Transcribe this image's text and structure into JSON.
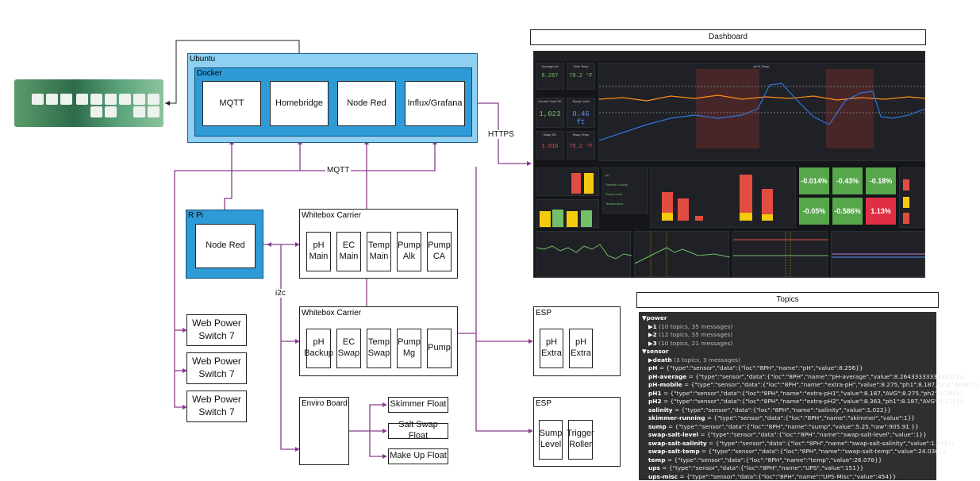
{
  "dashboard": {
    "header": "Dashboard"
  },
  "topics": {
    "header": "Topics",
    "groups": [
      {
        "name": "▼power",
        "children": [
          {
            "name": "▶1",
            "info": " (10 topics, 35 messages)"
          },
          {
            "name": "▶2",
            "info": " (12 topics, 55 messages)"
          },
          {
            "name": "▶3",
            "info": " (10 topics, 21 messages)"
          }
        ]
      },
      {
        "name": "▼sensor",
        "children": [
          {
            "name": "▶death",
            "info": " (3 topics, 3 messages)"
          }
        ]
      }
    ],
    "lines": [
      {
        "key": "pH",
        "val": " = {\"type\":\"sensor\",\"data\":{\"loc\":\"8PH\",\"name\":\"pH\",\"value\":8.256}}"
      },
      {
        "key": "pH-average",
        "val": " = {\"type\":\"sensor\",\"data\":{\"loc\":\"8PH\",\"name\":\"pH-average\",\"value\":8.264333333333333}}"
      },
      {
        "key": "pH-mobile",
        "val": " = {\"type\":\"sensor\",\"data\":{\"loc\":\"8PH\",\"name\":\"extra-pH\",\"value\":8.275,\"ph1\":8.187,\"ph2\":8.363}}"
      },
      {
        "key": "pH1",
        "val": " = {\"type\":\"sensor\",\"data\":{\"loc\":\"8PH\",\"name\":\"extra-pH1\",\"value\":8.187,\"AVG\":8.275,\"ph2\":8.363}}"
      },
      {
        "key": "pH2",
        "val": " = {\"type\":\"sensor\",\"data\":{\"loc\":\"8PH\",\"name\":\"extra-pH2\",\"value\":8.363,\"ph1\":8.187,\"AVG\":8.275}}"
      },
      {
        "key": "salinity",
        "val": " = {\"type\":\"sensor\",\"data\":{\"loc\":\"8PH\",\"name\":\"salinity\",\"value\":1.022}}"
      },
      {
        "key": "skimmer-running",
        "val": " = {\"type\":\"sensor\",\"data\":{\"loc\":\"8PH\",\"name\":\"skimmer\",\"value\":1}}"
      },
      {
        "key": "sump",
        "val": " = {\"type\":\"sensor\",\"data\":{\"loc\":\"8PH\",\"name\":\"sump\",\"value\":5.25,\"raw\":905.91 }}"
      },
      {
        "key": "swap-salt-level",
        "val": " = {\"type\":\"sensor\",\"data\":{\"loc\":\"8PH\",\"name\":\"swap-salt-level\",\"value\":1}}"
      },
      {
        "key": "swap-salt-salinity",
        "val": " = {\"type\":\"sensor\",\"data\":{\"loc\":\"8PH\",\"name\":\"swap-salt-salinity\",\"value\":1.016}}"
      },
      {
        "key": "swap-salt-temp",
        "val": " = {\"type\":\"sensor\",\"data\":{\"loc\":\"8PH\",\"name\":\"swap-salt-temp\",\"value\":24.036}}"
      },
      {
        "key": "temp",
        "val": " = {\"type\":\"sensor\",\"data\":{\"loc\":\"8PH\",\"name\":\"temp\",\"value\":26.078}}"
      },
      {
        "key": "ups",
        "val": " = {\"type\":\"sensor\",\"data\":{\"loc\":\"8PH\",\"name\":\"UPS\",\"value\":151}}"
      },
      {
        "key": "ups-misc",
        "val": " = {\"type\":\"sensor\",\"data\":{\"loc\":\"8PH\",\"name\":\"UPS-Misc\",\"value\":454}}"
      }
    ]
  },
  "ubuntu": {
    "label": "Ubuntu",
    "docker_label": "Docker",
    "containers": [
      "MQTT",
      "Homebridge",
      "Node Red",
      "Influx/Grafana"
    ]
  },
  "rpi": {
    "label": "R Pi",
    "node_red": "Node Red"
  },
  "connections": {
    "https": "HTTPS",
    "mqtt": "MQTT",
    "i2c": "i2c"
  },
  "whitebox1": {
    "label": "Whitebox Carrier",
    "modules": [
      "pH\nMain",
      "EC\nMain",
      "Temp\nMain",
      "Pump\nAlk",
      "Pump\nCA"
    ]
  },
  "whitebox2": {
    "label": "Whitebox Carrier",
    "modules": [
      "pH\nBackup",
      "EC\nSwap",
      "Temp\nSwap",
      "Pump\nMg",
      "Pump"
    ]
  },
  "web_power_switches": [
    "Web Power\nSwitch 7",
    "Web Power\nSwitch 7",
    "Web Power\nSwitch 7"
  ],
  "esp1": {
    "label": "ESP",
    "modules": [
      "pH\nExtra",
      "pH\nExtra"
    ]
  },
  "esp2": {
    "label": "ESP",
    "modules": [
      "Sump\nLevel",
      "Trigger\nRoller"
    ]
  },
  "enviro": {
    "label": "Enviro Board",
    "floats": [
      "Skimmer Float",
      "Salt Swap Float",
      "Make Up Float"
    ]
  },
  "grafana": {
    "stats": [
      {
        "title": "Average pH",
        "value": "8.267",
        "color": "#73bf69"
      },
      {
        "title": "Tank Temp",
        "value": "79.2 °F",
        "color": "#73bf69"
      },
      {
        "title": "Current Tank SG",
        "value": "1,023",
        "color": "#73bf69"
      },
      {
        "title": "Sump Level",
        "value": "0.46 ft",
        "color": "#5794f2"
      },
      {
        "title": "Swap SG",
        "value": "1.016",
        "color": "#f2495c"
      },
      {
        "title": "Swap Temp",
        "value": "75.2 °F",
        "color": "#f2495c"
      }
    ],
    "tiles": [
      {
        "value": "-0.014%",
        "color": "#56a64b"
      },
      {
        "value": "-0.43%",
        "color": "#56a64b"
      },
      {
        "value": "-0.18%",
        "color": "#56a64b"
      },
      {
        "value": "-0.05%",
        "color": "#56a64b"
      },
      {
        "value": "-0.586%",
        "color": "#56a64b"
      },
      {
        "value": "1.13%",
        "color": "#e02f44"
      }
    ],
    "chart_title": "pH & Temp",
    "status_items": [
      "pH",
      "Specific Gravity",
      "Sump Level",
      "Temperature"
    ]
  }
}
